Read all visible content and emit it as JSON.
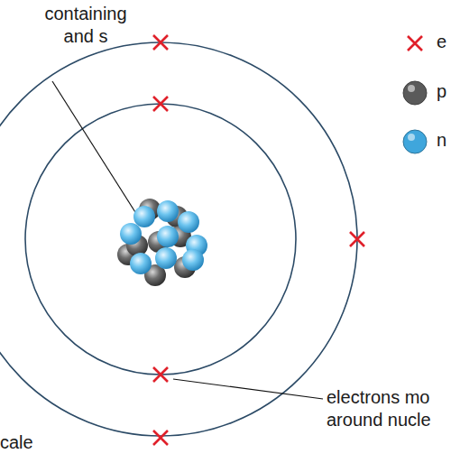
{
  "diagram": {
    "labels": [
      "containing and s",
      "electrons mo around nucle",
      "cale"
    ],
    "legend": [
      {
        "text": "e"
      },
      {
        "text": "p",
        "color": "#5a5a5a"
      },
      {
        "text": "n",
        "color": "#3fa6dc"
      }
    ]
  }
}
